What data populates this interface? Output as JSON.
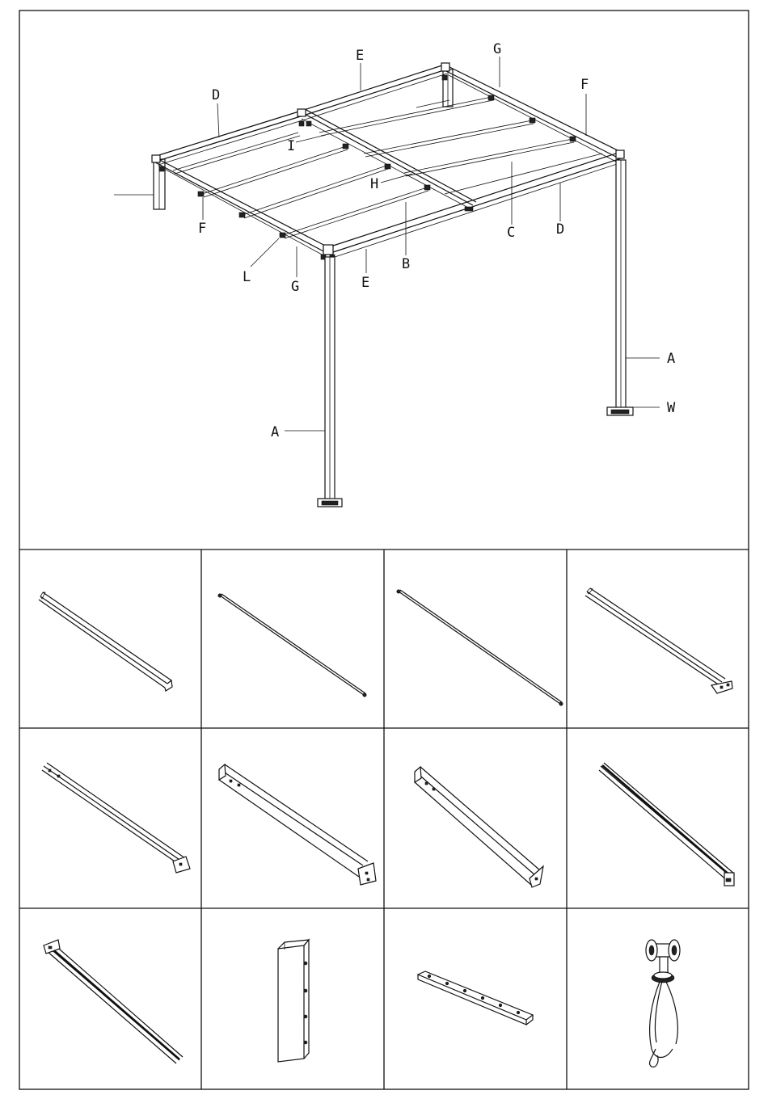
{
  "callouts": {
    "e_top": "E",
    "g_top": "G",
    "d_left": "D",
    "f_right": "F",
    "i_label": "I",
    "h_label": "H",
    "c_label": "C",
    "d_right": "D",
    "f_left": "F",
    "l_label": "L",
    "g_bottom": "G",
    "e_bottom": "E",
    "b_label": "B",
    "a_right": "A",
    "w_label": "W",
    "a_left": "A"
  }
}
